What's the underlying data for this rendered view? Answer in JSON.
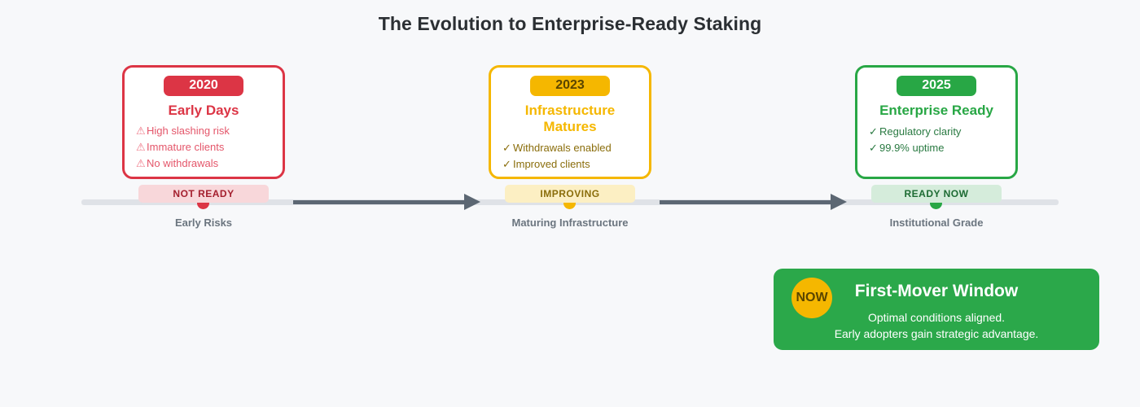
{
  "page": {
    "title": "The Evolution to Enterprise-Ready Staking",
    "background_color": "#f7f8fa"
  },
  "colors": {
    "red": "#dc3545",
    "yellow": "#f5b700",
    "green": "#28a745",
    "timeline_base": "#dfe2e7",
    "arrow": "#5c6773",
    "caption": "#6b757f"
  },
  "stages": [
    {
      "year": "2020",
      "title": "Early Days",
      "accent": "#dc3545",
      "marker": "⚠",
      "items": [
        "High slashing risk",
        "Immature clients",
        "No withdrawals"
      ],
      "status": "NOT READY",
      "caption": "Early Risks"
    },
    {
      "year": "2023",
      "title": "Infrastructure Matures",
      "accent": "#f5b700",
      "marker": "✓",
      "items": [
        "Withdrawals enabled",
        "Improved clients"
      ],
      "status": "IMPROVING",
      "caption": "Maturing Infrastructure"
    },
    {
      "year": "2025",
      "title": "Enterprise Ready",
      "accent": "#28a745",
      "marker": "✓",
      "items": [
        "Regulatory clarity",
        "99.9% uptime"
      ],
      "status": "READY NOW",
      "caption": "Institutional Grade"
    }
  ],
  "callout": {
    "badge": "NOW",
    "title": "First-Mover Window",
    "line1": "Optimal conditions aligned.",
    "line2": "Early adopters gain strategic advantage.",
    "background_color": "#2ba84a"
  }
}
